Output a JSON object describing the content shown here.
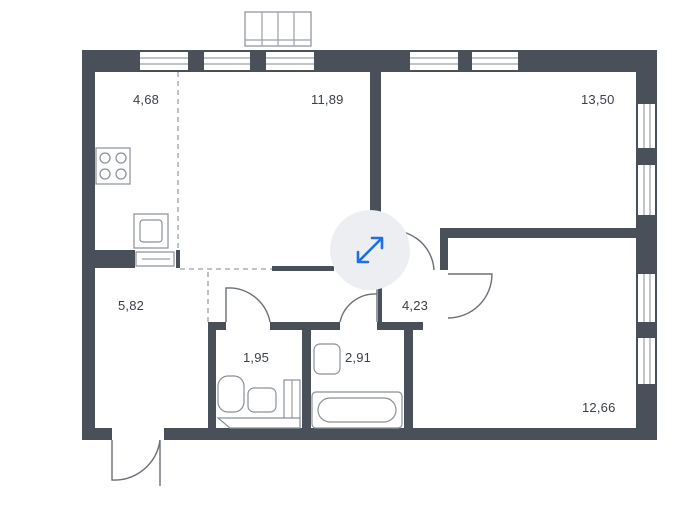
{
  "floor_plan": {
    "rooms": [
      {
        "id": "kitchen",
        "area": "4,68"
      },
      {
        "id": "living-room",
        "area": "11,89"
      },
      {
        "id": "bedroom-top-right",
        "area": "13,50"
      },
      {
        "id": "hallway",
        "area": "5,82"
      },
      {
        "id": "toilet",
        "area": "1,95"
      },
      {
        "id": "bathroom",
        "area": "2,91"
      },
      {
        "id": "corridor",
        "area": "4,23"
      },
      {
        "id": "bedroom-bottom-right",
        "area": "12,66"
      }
    ],
    "expand_icon": "expand-diagonal-arrows-icon",
    "colors": {
      "walls": "#4a5059",
      "accent": "#1f6fe0",
      "button_bg": "#eceef2"
    }
  }
}
